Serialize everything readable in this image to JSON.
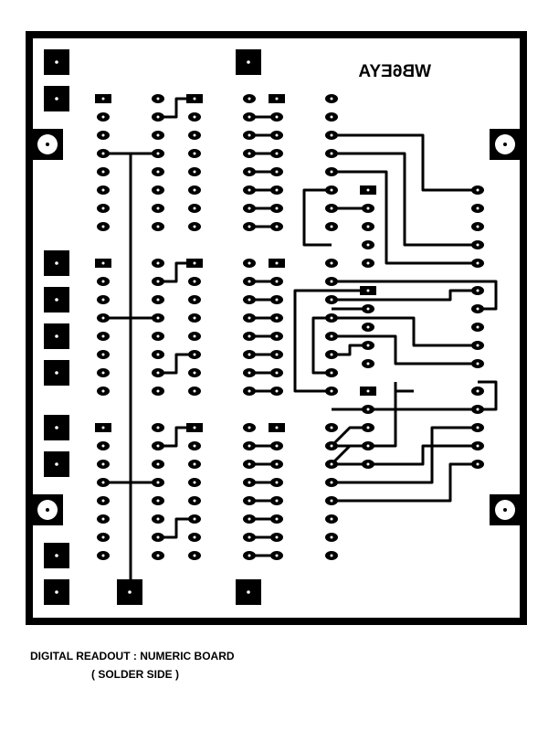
{
  "board_label_mirrored": "WB6EYA",
  "caption": {
    "line1": "DIGITAL READOUT : NUMERIC BOARD",
    "line2": "( SOLDER SIDE )"
  },
  "colors": {
    "copper": "#000000",
    "substrate": "#ffffff"
  }
}
